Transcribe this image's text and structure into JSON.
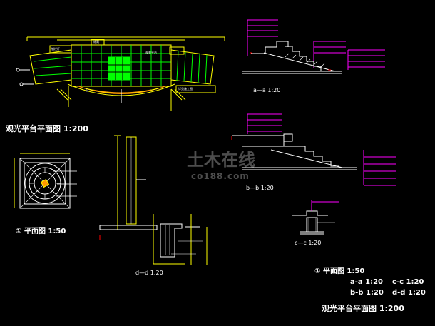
{
  "watermark": {
    "brand": "土木在线",
    "site": "co188.com"
  },
  "titles": {
    "plan_main": "观光平台平面图  1:200",
    "plan_small": "① 平面图  1:50",
    "section_aa": "a—a  1:20",
    "section_bb": "b—b  1:20",
    "section_cc": "c—c  1:20",
    "section_dd": "d—d  1:20"
  },
  "legend": {
    "item1": "① 平面图  1:50",
    "item2": "a-a  1:20",
    "item3": "c-c  1:20",
    "item4": "b-b  1:20",
    "item5": "d-d  1:20",
    "item6": "观光平台平面图  1:200"
  },
  "plan_labels": {
    "top_tag": "标高",
    "platform_label": "观景平台",
    "railing_left": "钢栏杆",
    "stair_note": "上",
    "bottom_note": "详见施工图"
  },
  "colors": {
    "background": "#000000",
    "line_yellow": "#ffff00",
    "line_green": "#00ff00",
    "line_cyan": "#00ffff",
    "line_magenta": "#ff00ff",
    "line_white": "#ffffff",
    "line_red": "#ff0000",
    "line_orange": "#ff9900"
  }
}
